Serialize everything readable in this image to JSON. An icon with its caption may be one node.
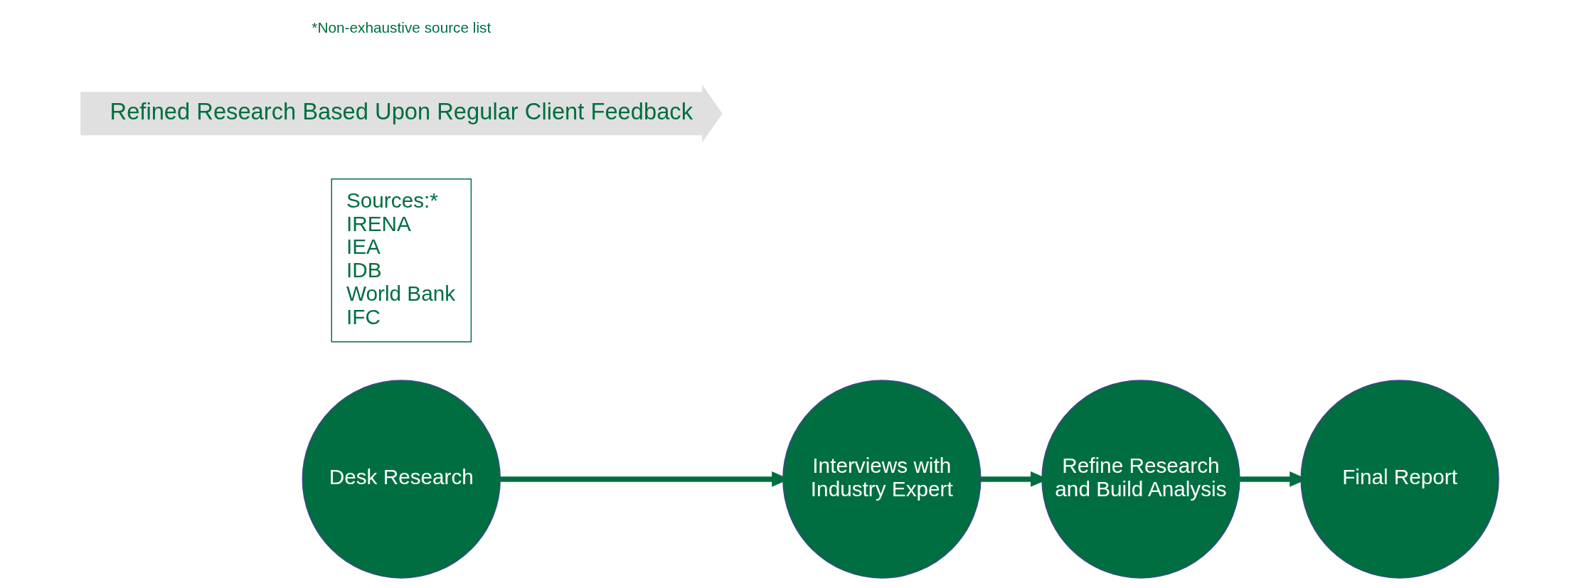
{
  "diagram": {
    "nodes": [
      {
        "text": [
          "Desk Research"
        ]
      },
      {
        "text": [
          "Sources:*",
          "IRENA",
          "IEA",
          "IDB",
          "World Bank",
          "IFC"
        ]
      },
      {
        "text": [
          "Interviews with Industry Expert"
        ]
      },
      {
        "text": [
          "Refine Research and Build Analysis"
        ]
      },
      {
        "text": [
          "Final Report"
        ]
      },
      {
        "text": [
          "Refined Research Based Upon Regular Client Feedback"
        ]
      }
    ],
    "edges": [
      {
        "from": 0,
        "to": 2,
        "arrow": "to"
      },
      {
        "from": 2,
        "to": 3,
        "arrow": "to"
      },
      {
        "from": 3,
        "to": 4,
        "arrow": "to"
      }
    ],
    "labels": [
      "*Non-exhaustive source list"
    ]
  }
}
